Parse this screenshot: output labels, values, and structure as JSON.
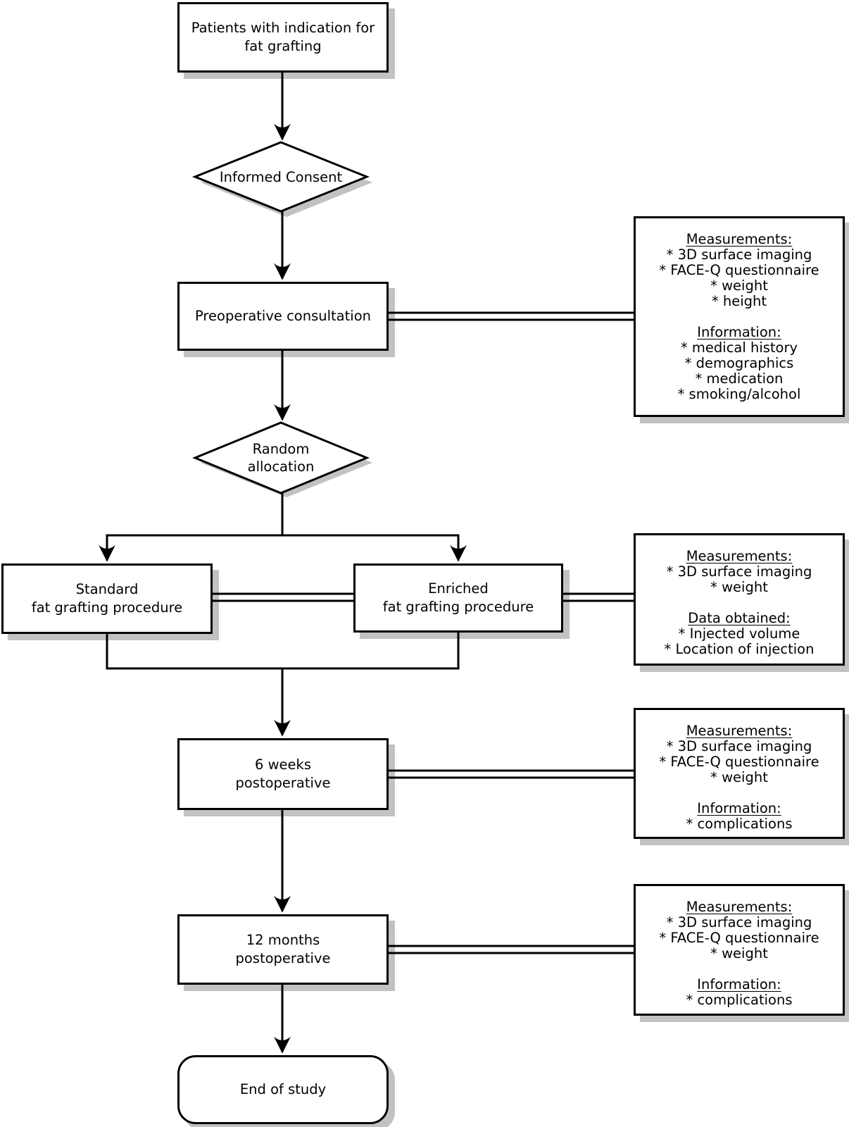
{
  "diagram": {
    "nodes": {
      "start": {
        "label": "Patients with indication for\nfat grafting"
      },
      "consent": {
        "label": "Informed Consent"
      },
      "preop": {
        "label": "Preoperative consultation"
      },
      "random": {
        "label": "Random\nallocation"
      },
      "standard": {
        "label": "Standard\nfat grafting procedure"
      },
      "enriched": {
        "label": "Enriched\nfat grafting procedure"
      },
      "sixweeks": {
        "label": "6 weeks\npostoperative"
      },
      "twelvemonths": {
        "label": "12 months\npostoperative"
      },
      "end": {
        "label": "End of study"
      }
    },
    "info_boxes": [
      {
        "id": "preop-info",
        "sections": [
          {
            "heading": "Measurements:",
            "items": [
              "* 3D surface imaging",
              "* FACE-Q questionnaire",
              "* weight",
              "* height"
            ]
          },
          {
            "heading": "Information:",
            "items": [
              "* medical history",
              "* demographics",
              "* medication",
              "* smoking/alcohol"
            ]
          }
        ]
      },
      {
        "id": "procedure-info",
        "sections": [
          {
            "heading": "Measurements:",
            "items": [
              "* 3D surface imaging",
              "* weight"
            ]
          },
          {
            "heading": "Data obtained:",
            "items": [
              "* Injected volume",
              "* Location of injection"
            ]
          }
        ]
      },
      {
        "id": "sixweeks-info",
        "sections": [
          {
            "heading": "Measurements:",
            "items": [
              "* 3D surface imaging",
              "* FACE-Q questionnaire",
              "* weight"
            ]
          },
          {
            "heading": "Information:",
            "items": [
              "* complications"
            ]
          }
        ]
      },
      {
        "id": "twelvemonths-info",
        "sections": [
          {
            "heading": "Measurements:",
            "items": [
              "* 3D surface imaging",
              "* FACE-Q questionnaire",
              "* weight"
            ]
          },
          {
            "heading": "Information:",
            "items": [
              "* complications"
            ]
          }
        ]
      }
    ],
    "colors": {
      "line": "#000000",
      "node_fill": "#ffffff",
      "shadow": "#c2c2c2"
    }
  }
}
